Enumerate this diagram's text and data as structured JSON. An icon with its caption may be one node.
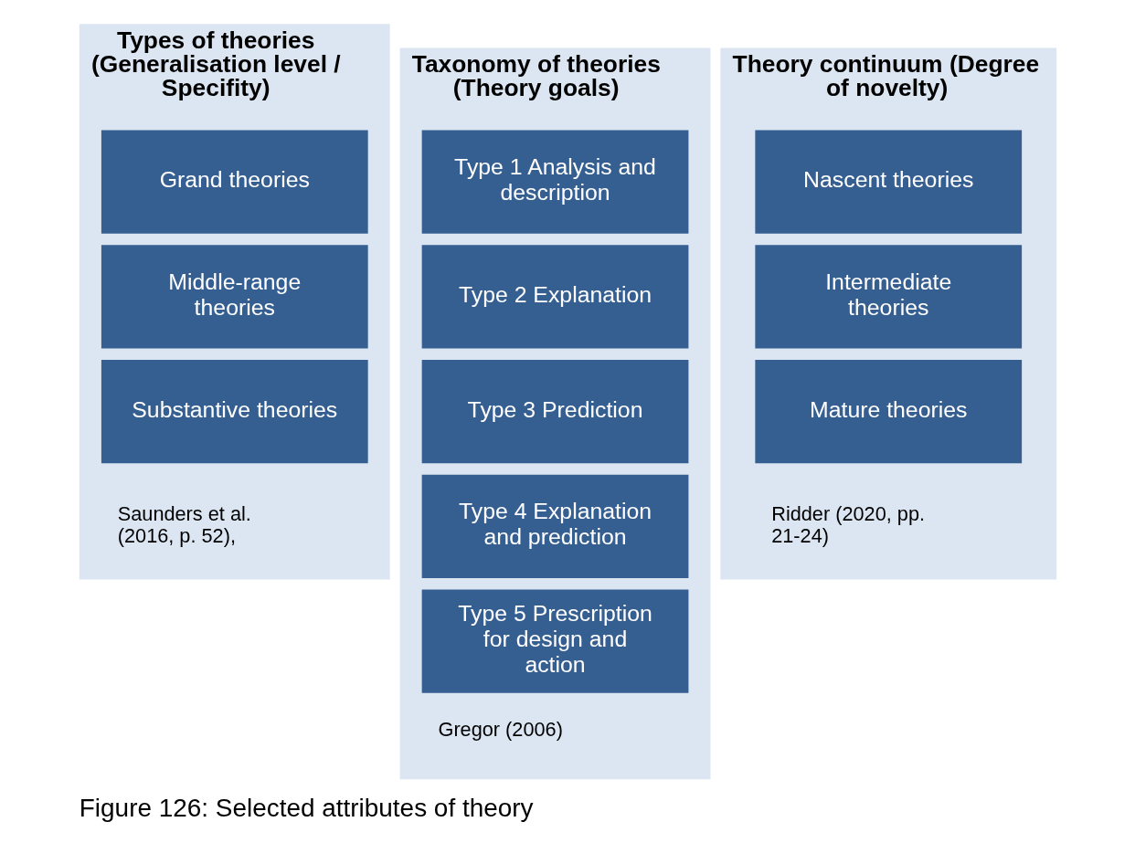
{
  "diagram": {
    "caption": "Figure 126: Selected attributes of theory",
    "nodes": [
      {
        "text": [
          "Types of theories (Generalisation level / Specifity)",
          "Saunders et al. (2016, p. 52),"
        ]
      },
      {
        "text": [
          "Grand theories"
        ],
        "in": 0
      },
      {
        "text": [
          "Middle-range theories"
        ],
        "in": 0
      },
      {
        "text": [
          "Substantive theories"
        ],
        "in": 0
      },
      {
        "text": [
          "Taxonomy of theories (Theory goals)",
          "Gregor (2006)"
        ]
      },
      {
        "text": [
          "Type 1 Analysis and description"
        ],
        "in": 4
      },
      {
        "text": [
          "Type 2 Explanation"
        ],
        "in": 4
      },
      {
        "text": [
          "Type 3 Prediction"
        ],
        "in": 4
      },
      {
        "text": [
          "Type 4 Explanation and prediction"
        ],
        "in": 4
      },
      {
        "text": [
          "Type 5 Prescription for design and action"
        ],
        "in": 4
      },
      {
        "text": [
          "Theory continuum (Degree of novelty)",
          "Ridder (2020, pp. 21-24)"
        ]
      },
      {
        "text": [
          "Nascent theories"
        ],
        "in": 10
      },
      {
        "text": [
          "Intermediate theories"
        ],
        "in": 10
      },
      {
        "text": [
          "Mature theories"
        ],
        "in": 10
      }
    ],
    "edges": []
  }
}
